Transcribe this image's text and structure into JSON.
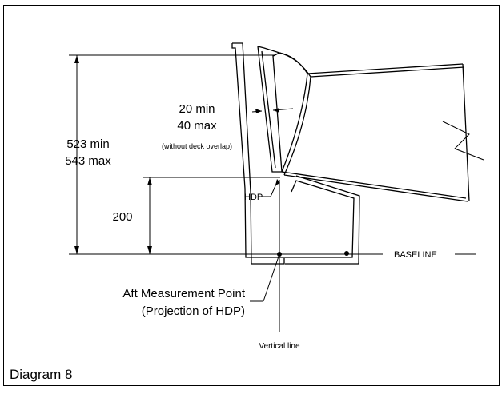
{
  "dimensions": {
    "overall": {
      "min": "523 min",
      "max": "543 max"
    },
    "gap": {
      "min": "20 min",
      "max": "40 max",
      "note": "(without deck overlap)"
    },
    "height": {
      "value": "200"
    }
  },
  "labels": {
    "hdp": "HDP",
    "baseline": "BASELINE",
    "aft_point_line1": "Aft Measurement Point",
    "aft_point_line2": "(Projection of HDP)",
    "vertical_line": "Vertical line"
  },
  "caption": "Diagram 8"
}
